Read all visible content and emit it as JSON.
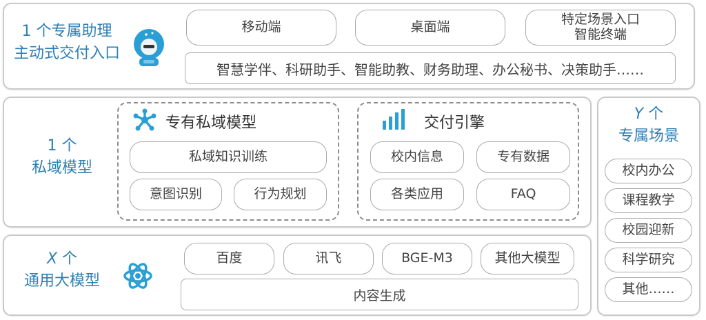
{
  "colors": {
    "accent": "#2e7fb3",
    "icon_blue": "#2a9fd6",
    "border": "#c9c9c9",
    "pill_border": "#a9a9a9",
    "text": "#444444"
  },
  "assistant_layer": {
    "label_line1": "1 个专属助理",
    "label_line2": "主动式交付入口",
    "icon": "robot-assistant-icon",
    "entries": [
      {
        "label": "移动端"
      },
      {
        "label": "桌面端"
      },
      {
        "label_line1": "特定场景入口",
        "label_line2": "智能终端"
      }
    ],
    "roles": "智慧学伴、科研助手、智能助教、财务助理、办公秘书、决策助手……"
  },
  "private_model_layer": {
    "label_count": "1 个",
    "label_name": "私域模型",
    "model_box": {
      "icon": "network-nodes-icon",
      "title": "专有私域模型",
      "items": [
        "私域知识训练",
        "意图识别",
        "行为规划"
      ]
    },
    "engine_box": {
      "icon": "bar-chart-icon",
      "title": "交付引擎",
      "items": [
        "校内信息",
        "专有数据",
        "各类应用",
        "FAQ"
      ]
    }
  },
  "general_model_layer": {
    "label_var": "X",
    "label_count": " 个",
    "label_name": "通用大模型",
    "icon": "atom-icon",
    "models": [
      "百度",
      "讯飞",
      "BGE-M3",
      "其他大模型"
    ],
    "capability": "内容生成"
  },
  "scenarios": {
    "label_var": "Y",
    "label_count": " 个",
    "label_name": "专属场景",
    "items": [
      "校内办公",
      "课程教学",
      "校园迎新",
      "科学研究",
      "其他……"
    ]
  }
}
